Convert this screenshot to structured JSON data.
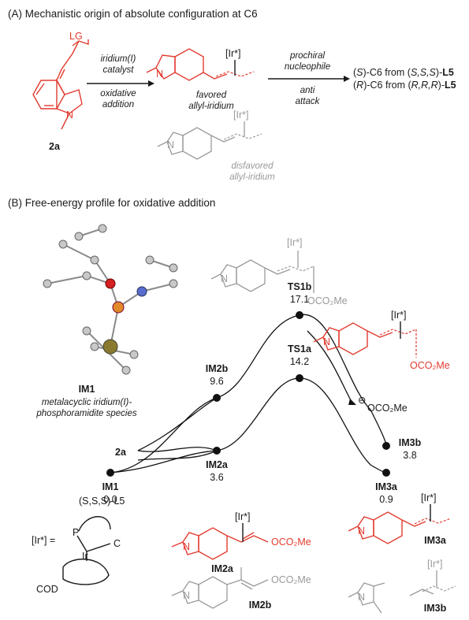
{
  "section_a": {
    "title": "(A) Mechanistic origin of absolute configuration at C6",
    "lg": "LG",
    "n_label": "N",
    "compound_2a": "2a",
    "step1_above_1": "iridium(I)",
    "step1_above_2": "catalyst",
    "step1_below_1": "oxidative",
    "step1_below_2": "addition",
    "ir_label": "[Ir*]",
    "favored_1": "favored",
    "favored_2": "allyl-iridium",
    "disfavored_1": "disfavored",
    "disfavored_2": "allyl-iridium",
    "step2_above_1": "prochiral",
    "step2_above_2": "nucleophile",
    "step2_below_1": "anti",
    "step2_below_2": "attack",
    "result_s_prefix": "(",
    "result_s_letter": "S",
    "result_s_mid": ")-C6 from (",
    "result_s_conf": "S,S,S",
    "result_s_end": ")-",
    "result_s_ligand": "L5",
    "result_r_prefix": "(",
    "result_r_letter": "R",
    "result_r_mid": ")-C6 from (",
    "result_r_conf": "R,R,R",
    "result_r_end": ")-",
    "result_r_ligand": "L5"
  },
  "section_b": {
    "title": "(B) Free-energy profile for oxidative addition",
    "im1_name": "IM1",
    "im1_desc_1": "metalacyclic iridium(I)-",
    "im1_desc_2": "phosphoramidite species",
    "ir_def": "[Ir*] =",
    "ligand": "(S,S,S)-L5",
    "p_atom": "P",
    "ir_atom": "Ir",
    "c_atom": "C",
    "cod": "COD",
    "oco2me": "OCO₂Me",
    "minus_sign": "⊖",
    "leaving_group": "OCO₂Me",
    "reagent_2a": "2a",
    "mol_ir_label": "[Ir*]",
    "mol_n_label": "N",
    "mol_label_im2a": "IM2a",
    "mol_label_im2b": "IM2b",
    "mol_label_im3a": "IM3a",
    "mol_label_im3b": "IM3b"
  },
  "profile": {
    "points": [
      {
        "name": "IM1",
        "energy": "0.0"
      },
      {
        "name": "IM2a",
        "energy": "3.6"
      },
      {
        "name": "IM2b",
        "energy": "9.6"
      },
      {
        "name": "TS1a",
        "energy": "14.2"
      },
      {
        "name": "TS1b",
        "energy": "17.1"
      },
      {
        "name": "IM3a",
        "energy": "0.9"
      },
      {
        "name": "IM3b",
        "energy": "3.8"
      }
    ]
  },
  "colors": {
    "favored": "#e23b30",
    "disfavored": "#9a9a9a",
    "text": "#1a1a1a",
    "phosphorus": "#e08a2a",
    "oxygen": "#d42020",
    "nitrogen": "#5a6bd0",
    "iridium": "#8a7a30"
  }
}
